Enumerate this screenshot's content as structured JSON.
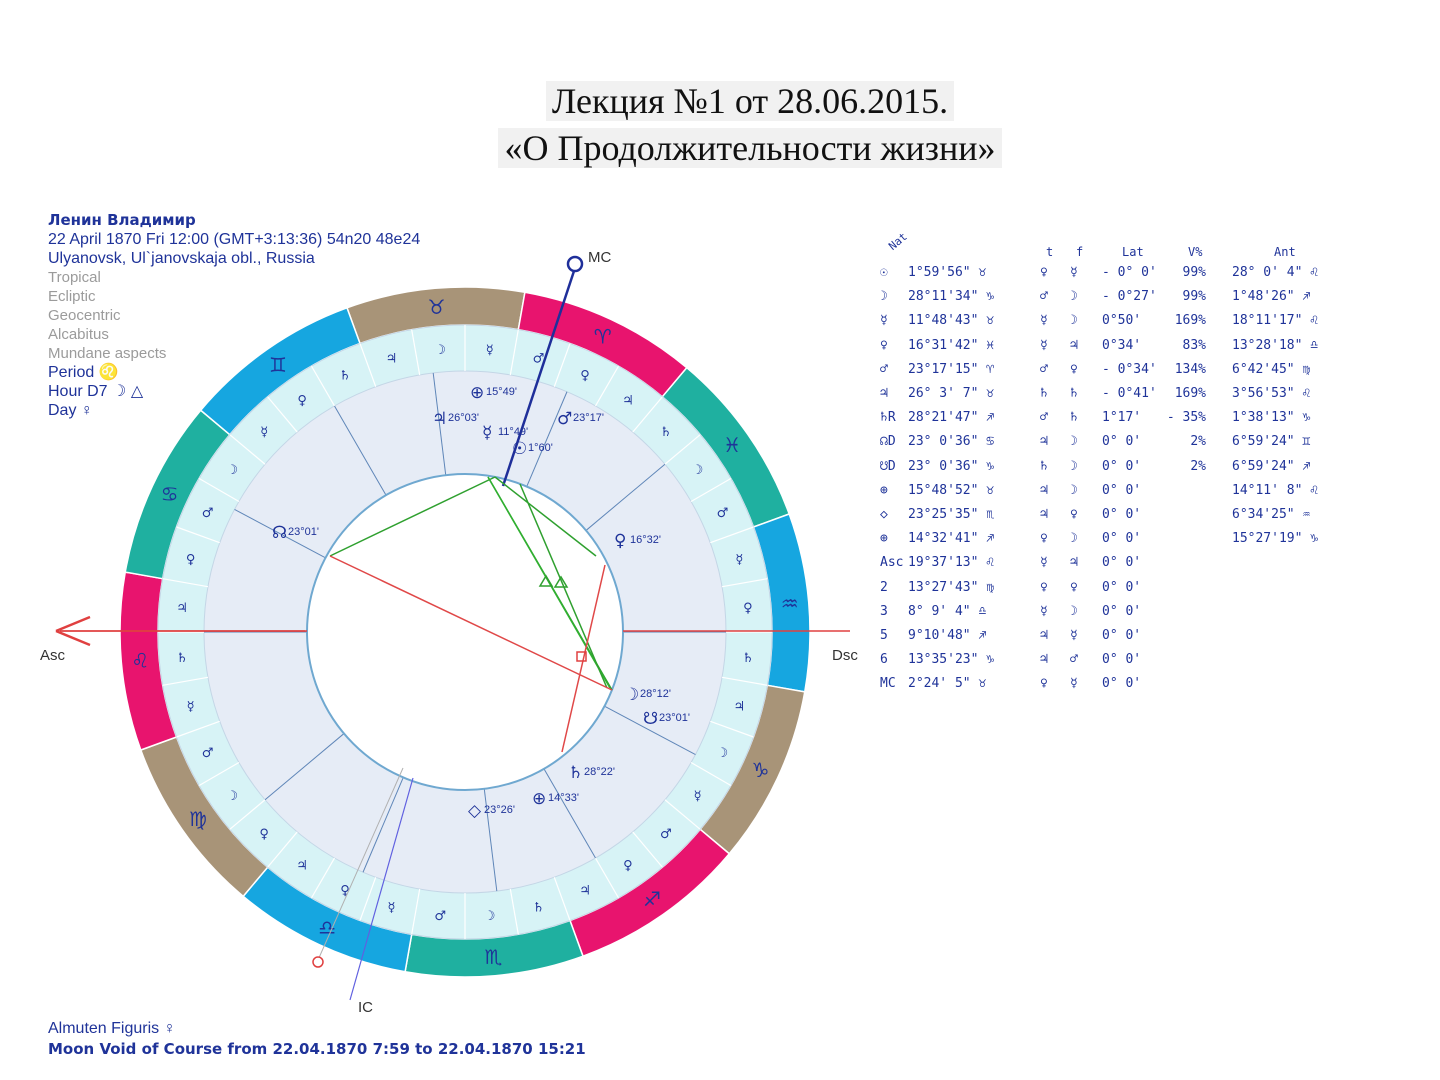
{
  "header": {
    "line1": "Лекция №1 от 28.06.2015.",
    "line2": "«О Продолжительности жизни»"
  },
  "info": {
    "name": "Ленин Владимир",
    "date": "22 April 1870  Fri  12:00 (GMT+3:13:36) 54n20  48e24",
    "place": "Ulyanovsk, Ul`janovskaja obl., Russia",
    "settings": [
      "Tropical",
      "Ecliptic",
      "Geocentric",
      "Alcabitus",
      "Mundane aspects"
    ],
    "period": "Period ♌",
    "hour": "Hour D7 ☽   △",
    "day": "Day ♀"
  },
  "footer": {
    "almuten": "Almuten Figuris  ♀",
    "void": "Moon Void of Course from 22.04.1870  7:59 to 22.04.1870 15:21"
  },
  "wheel": {
    "labels": {
      "mc": "MC",
      "ic": "IC",
      "asc": "Asc",
      "dsc": "Dsc"
    },
    "signs": [
      {
        "glyph": "♉",
        "color": "#a89478"
      },
      {
        "glyph": "♈",
        "color": "#e8146e"
      },
      {
        "glyph": "♓",
        "color": "#1fb0a0"
      },
      {
        "glyph": "♒",
        "color": "#16a6e0"
      },
      {
        "glyph": "♑",
        "color": "#a89478"
      },
      {
        "glyph": "♐",
        "color": "#e8146e"
      },
      {
        "glyph": "♏",
        "color": "#1fb0a0"
      },
      {
        "glyph": "♎",
        "color": "#16a6e0"
      },
      {
        "glyph": "♍",
        "color": "#a89478"
      },
      {
        "glyph": "♌",
        "color": "#e8146e"
      },
      {
        "glyph": "♋",
        "color": "#1fb0a0"
      },
      {
        "glyph": "♊",
        "color": "#16a6e0"
      }
    ],
    "planets": [
      {
        "glyph": "⊕",
        "label": "15°49'"
      },
      {
        "glyph": "♃",
        "label": "26°03'"
      },
      {
        "glyph": "♂",
        "label": "23°17'"
      },
      {
        "glyph": "☿",
        "label": "11°49'"
      },
      {
        "glyph": "☉",
        "label": "1°60'"
      },
      {
        "glyph": "☊",
        "label": "23°01'"
      },
      {
        "glyph": "♀",
        "label": "16°32'"
      },
      {
        "glyph": "☽",
        "label": "28°12'"
      },
      {
        "glyph": "☋",
        "label": "23°01'"
      },
      {
        "glyph": "♄",
        "label": "28°22'"
      },
      {
        "glyph": "◇",
        "label": "23°26'"
      },
      {
        "glyph": "⊕",
        "label": "14°33'"
      }
    ],
    "ring_glyphs": [
      "♀",
      "☿",
      "♂",
      "☽",
      "♄",
      "♃",
      "♀",
      "♂",
      "☿",
      "☽",
      "♃",
      "♄",
      "♀",
      "☿",
      "☽",
      "♂",
      "♀",
      "♃",
      "♄",
      "☿",
      "♂",
      "☽",
      "♀",
      "♃"
    ]
  },
  "table": {
    "nat": "Nat",
    "headers": [
      "t",
      "f",
      "Lat",
      "V%",
      "Ant"
    ],
    "rows": [
      {
        "p": "☉",
        "pos": "1°59'56\" ♉",
        "t": "♀",
        "f": "☿",
        "lat": "- 0° 0'",
        "v": "99%",
        "ant": "28° 0' 4\" ♌"
      },
      {
        "p": "☽",
        "pos": "28°11'34\" ♑",
        "t": "♂",
        "f": "☽",
        "lat": "- 0°27'",
        "v": "99%",
        "ant": "1°48'26\" ♐"
      },
      {
        "p": "☿",
        "pos": "11°48'43\" ♉",
        "t": "☿",
        "f": "☽",
        "lat": "0°50'",
        "v": "169%",
        "ant": "18°11'17\" ♌"
      },
      {
        "p": "♀",
        "pos": "16°31'42\" ♓",
        "t": "☿",
        "f": "♃",
        "lat": "0°34'",
        "v": "83%",
        "ant": "13°28'18\" ♎"
      },
      {
        "p": "♂",
        "pos": "23°17'15\" ♈",
        "t": "♂",
        "f": "♀",
        "lat": "- 0°34'",
        "v": "134%",
        "ant": "6°42'45\" ♍"
      },
      {
        "p": "♃",
        "pos": "26° 3' 7\" ♉",
        "t": "♄",
        "f": "♄",
        "lat": "- 0°41'",
        "v": "169%",
        "ant": "3°56'53\" ♌"
      },
      {
        "p": "♄R",
        "pos": "28°21'47\" ♐",
        "t": "♂",
        "f": "♄",
        "lat": "1°17'",
        "v": "- 35%",
        "ant": "1°38'13\" ♑"
      },
      {
        "p": "☊D",
        "pos": "23° 0'36\" ♋",
        "t": "♃",
        "f": "☽",
        "lat": "0° 0'",
        "v": "2%",
        "ant": "6°59'24\" ♊"
      },
      {
        "p": "☋D",
        "pos": "23° 0'36\" ♑",
        "t": "♄",
        "f": "☽",
        "lat": "0° 0'",
        "v": "2%",
        "ant": "6°59'24\" ♐"
      },
      {
        "p": "⊕",
        "pos": "15°48'52\" ♉",
        "t": "♃",
        "f": "☽",
        "lat": "0° 0'",
        "v": "",
        "ant": "14°11' 8\" ♌"
      },
      {
        "p": "◇",
        "pos": "23°25'35\" ♏",
        "t": "♃",
        "f": "♀",
        "lat": "0° 0'",
        "v": "",
        "ant": "6°34'25\" ♒"
      },
      {
        "p": "⊕",
        "pos": "14°32'41\" ♐",
        "t": "♀",
        "f": "☽",
        "lat": "0° 0'",
        "v": "",
        "ant": "15°27'19\" ♑"
      },
      {
        "p": "Asc",
        "pos": "19°37'13\" ♌",
        "t": "☿",
        "f": "♃",
        "lat": "0° 0'",
        "v": "",
        "ant": ""
      },
      {
        "p": "2",
        "pos": "13°27'43\" ♍",
        "t": "♀",
        "f": "♀",
        "lat": "0° 0'",
        "v": "",
        "ant": ""
      },
      {
        "p": "3",
        "pos": "8° 9' 4\" ♎",
        "t": "☿",
        "f": "☽",
        "lat": "0° 0'",
        "v": "",
        "ant": ""
      },
      {
        "p": "5",
        "pos": "9°10'48\" ♐",
        "t": "♃",
        "f": "☿",
        "lat": "0° 0'",
        "v": "",
        "ant": ""
      },
      {
        "p": "6",
        "pos": "13°35'23\" ♑",
        "t": "♃",
        "f": "♂",
        "lat": "0° 0'",
        "v": "",
        "ant": ""
      },
      {
        "p": "MC",
        "pos": "2°24' 5\" ♉",
        "t": "♀",
        "f": "☿",
        "lat": "0° 0'",
        "v": "",
        "ant": ""
      }
    ]
  }
}
